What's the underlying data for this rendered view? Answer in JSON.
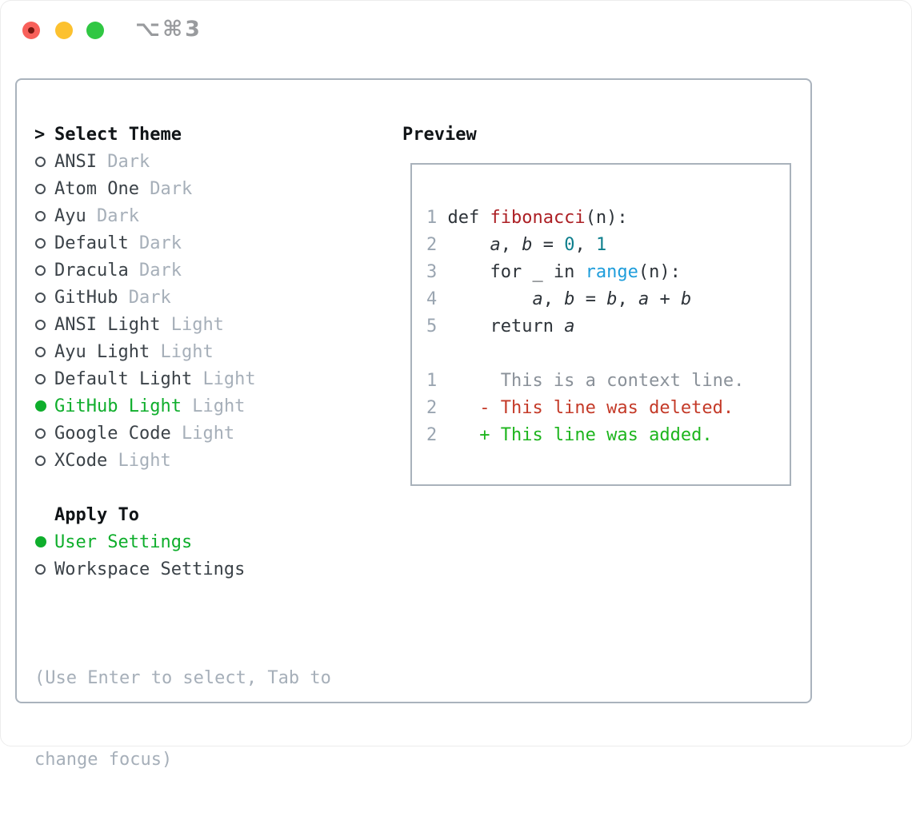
{
  "window": {
    "shortcut": "⌥⌘3"
  },
  "theme": {
    "header": "Select Theme",
    "cursor": ">",
    "items": [
      {
        "name": "ANSI",
        "variant": "Dark",
        "selected": false
      },
      {
        "name": "Atom One",
        "variant": "Dark",
        "selected": false
      },
      {
        "name": "Ayu",
        "variant": "Dark",
        "selected": false
      },
      {
        "name": "Default",
        "variant": "Dark",
        "selected": false
      },
      {
        "name": "Dracula",
        "variant": "Dark",
        "selected": false
      },
      {
        "name": "GitHub",
        "variant": "Dark",
        "selected": false
      },
      {
        "name": "ANSI Light",
        "variant": "Light",
        "selected": false
      },
      {
        "name": "Ayu Light",
        "variant": "Light",
        "selected": false
      },
      {
        "name": "Default Light",
        "variant": "Light",
        "selected": false
      },
      {
        "name": "GitHub Light",
        "variant": "Light",
        "selected": true
      },
      {
        "name": "Google Code",
        "variant": "Light",
        "selected": false
      },
      {
        "name": "XCode",
        "variant": "Light",
        "selected": false
      }
    ]
  },
  "apply": {
    "header": "Apply To",
    "options": [
      {
        "label": "User Settings",
        "selected": true
      },
      {
        "label": "Workspace Settings",
        "selected": false
      }
    ]
  },
  "hint": {
    "line1": "(Use Enter to select, Tab to",
    "line2": "change focus)"
  },
  "preview": {
    "header": "Preview",
    "lines": [
      {
        "num": "1",
        "tokens": [
          {
            "t": "def ",
            "c": "text"
          },
          {
            "t": "fibonacci",
            "c": "func"
          },
          {
            "t": "(n):",
            "c": "text"
          }
        ]
      },
      {
        "num": "2",
        "tokens": [
          {
            "t": "    ",
            "c": "text"
          },
          {
            "t": "a",
            "c": "var"
          },
          {
            "t": ", ",
            "c": "text"
          },
          {
            "t": "b",
            "c": "var"
          },
          {
            "t": " = ",
            "c": "text"
          },
          {
            "t": "0",
            "c": "num"
          },
          {
            "t": ", ",
            "c": "text"
          },
          {
            "t": "1",
            "c": "num"
          }
        ]
      },
      {
        "num": "3",
        "tokens": [
          {
            "t": "    for _ in ",
            "c": "text"
          },
          {
            "t": "range",
            "c": "builtin"
          },
          {
            "t": "(n):",
            "c": "text"
          }
        ]
      },
      {
        "num": "4",
        "tokens": [
          {
            "t": "        ",
            "c": "text"
          },
          {
            "t": "a",
            "c": "var"
          },
          {
            "t": ", ",
            "c": "text"
          },
          {
            "t": "b",
            "c": "var"
          },
          {
            "t": " = ",
            "c": "text"
          },
          {
            "t": "b",
            "c": "var"
          },
          {
            "t": ", ",
            "c": "text"
          },
          {
            "t": "a",
            "c": "var"
          },
          {
            "t": " + ",
            "c": "text"
          },
          {
            "t": "b",
            "c": "var"
          }
        ]
      },
      {
        "num": "5",
        "tokens": [
          {
            "t": "    return ",
            "c": "text"
          },
          {
            "t": "a",
            "c": "var"
          }
        ]
      },
      {
        "num": "",
        "tokens": []
      },
      {
        "num": "1",
        "tokens": [
          {
            "t": "     This is a context line.",
            "c": "context"
          }
        ]
      },
      {
        "num": "2",
        "tokens": [
          {
            "t": "   - This line was deleted.",
            "c": "deleted"
          }
        ]
      },
      {
        "num": "2",
        "tokens": [
          {
            "t": "   + This line was added.",
            "c": "added"
          }
        ]
      }
    ]
  },
  "colors": {
    "selection_green": "#0fae2c",
    "added_green": "#1db51d",
    "deleted_red": "#c43a28",
    "function_red": "#ac1f24",
    "number_teal": "#0e7f8d",
    "builtin_blue": "#1e9ddb",
    "muted_gray": "#a6afb9",
    "line_number_gray": "#9aa5b1",
    "panel_border": "#aab3bd",
    "traffic_red": "#f8605a",
    "traffic_yellow": "#fcc12f",
    "traffic_green": "#30c743"
  }
}
